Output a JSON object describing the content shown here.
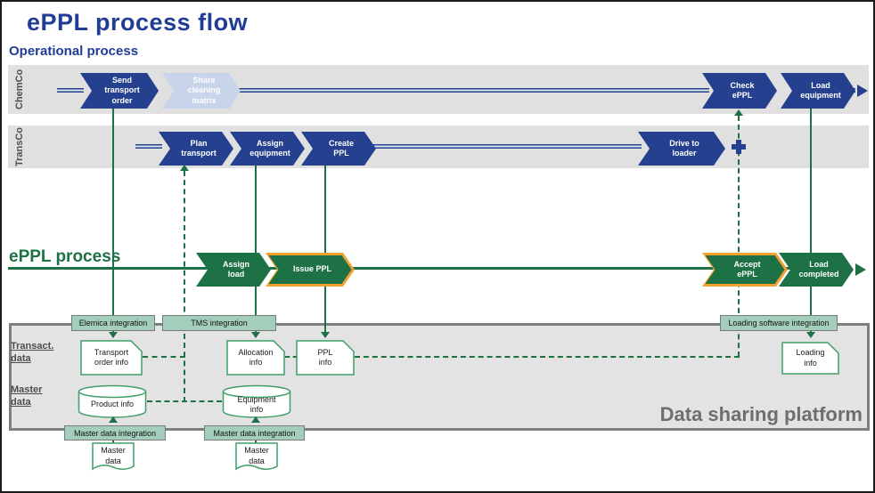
{
  "title": "ePPL process flow",
  "operational": {
    "heading": "Operational process",
    "chemco": {
      "label": "ChemCo",
      "steps": [
        {
          "label": "Send\ntransport\norder"
        },
        {
          "label": "Share\ncleaning\nmatrix"
        },
        {
          "label": "Check\nePPL"
        },
        {
          "label": "Load\nequipment"
        }
      ]
    },
    "transco": {
      "label": "TransCo",
      "steps": [
        {
          "label": "Plan\ntransport"
        },
        {
          "label": "Assign\nequipment"
        },
        {
          "label": "Create\nPPL"
        },
        {
          "label": "Drive to\nloader"
        }
      ]
    }
  },
  "eppl": {
    "heading": "ePPL process",
    "steps": [
      {
        "label": "Assign\nload"
      },
      {
        "label": "Issue PPL"
      },
      {
        "label": "Accept\nePPL"
      },
      {
        "label": "Load\ncompleted"
      }
    ]
  },
  "platform": {
    "title": "Data sharing platform",
    "row_labels": {
      "transactional": "Transact.\ndata",
      "master": "Master\ndata"
    },
    "integrations": {
      "elemica": "Elemica integration",
      "tms": "TMS integration",
      "loading_software": "Loading software integration",
      "master_data_1": "Master data integration",
      "master_data_2": "Master data integration"
    },
    "transactional_items": [
      {
        "label": "Transport\norder info"
      },
      {
        "label": "Allocation\ninfo"
      },
      {
        "label": "PPL\ninfo"
      },
      {
        "label": "Loading\ninfo"
      }
    ],
    "master_items": [
      {
        "label": "Product info"
      },
      {
        "label": "Equipment\ninfo"
      }
    ],
    "documents": [
      {
        "label": "Master\ndata"
      },
      {
        "label": "Master\ndata"
      }
    ]
  },
  "colors": {
    "dark_blue": "#24408f",
    "light_blue": "#c8d4ea",
    "green": "#1e7145",
    "orange": "#f0a230",
    "integration_green": "#a4cebc",
    "lane_gray": "#e0e0e0",
    "platform_gray": "#e3e3e3"
  }
}
